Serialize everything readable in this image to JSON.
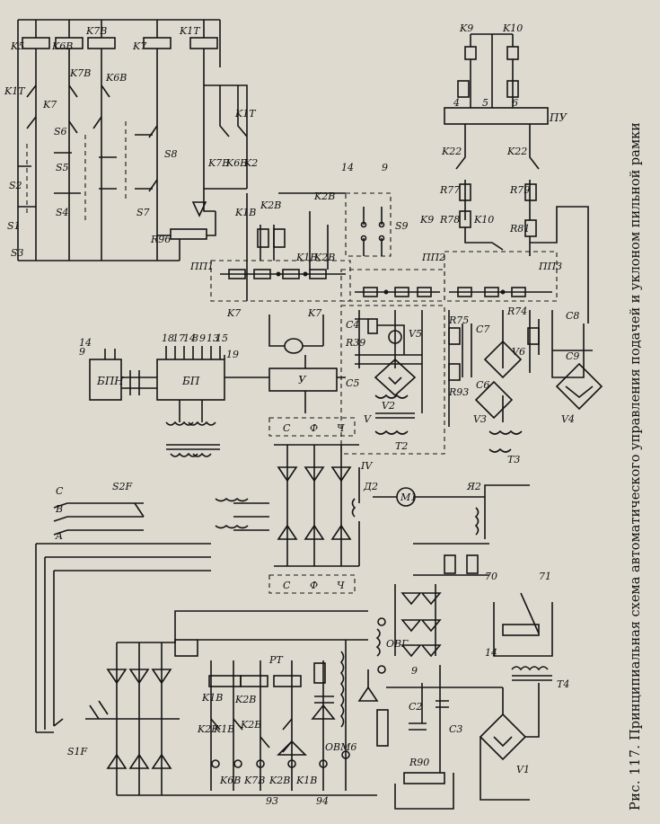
{
  "caption": {
    "figure_label": "Рис. 117.",
    "text": "Принципиальная схема автоматического управления подачей и уклоном пильной рамки"
  },
  "relays_top": [
    "K5",
    "K6B",
    "K7B",
    "K7",
    "K1T"
  ],
  "contacts_left": [
    "K1T",
    "K7",
    "K7B",
    "K6B",
    "K7B",
    "K6B",
    "K1T",
    "K2"
  ],
  "buttons": [
    "S1",
    "S2",
    "S3",
    "S4",
    "S5",
    "S6",
    "S7",
    "S8"
  ],
  "right_top": [
    "K9",
    "K10",
    "ПУ",
    "4",
    "5",
    "6",
    "K22",
    "K22",
    "R77",
    "R78",
    "R79",
    "R81",
    "K10",
    "K9"
  ],
  "block_labels": [
    "БПН",
    "БП",
    "У",
    "ПП1",
    "ПП2",
    "ПП3",
    "S9"
  ],
  "terminals": [
    "14",
    "9",
    "18",
    "17",
    "14",
    "8",
    "9",
    "13",
    "15",
    "19",
    "14",
    "9"
  ],
  "mains": [
    "A",
    "B",
    "C",
    "S2F",
    "S1F"
  ],
  "mid_components": [
    "R96",
    "K1B",
    "K2B",
    "K2B",
    "K1B",
    "K2B",
    "K7",
    "K7",
    "C4",
    "V5",
    "R39",
    "C5",
    "V2",
    "T2",
    "V",
    "R75",
    "C7",
    "R74",
    "C8",
    "V6",
    "R93",
    "C6",
    "C9",
    "V3",
    "T3",
    "V4",
    "IV",
    "Д2",
    "M1",
    "Я2",
    "C",
    "Ф",
    "Ч",
    "C",
    "Ф",
    "Ч"
  ],
  "bottom_components": [
    "PT",
    "K1B",
    "K2B",
    "K2F",
    "K1B",
    "K2B",
    "K6B",
    "K7B",
    "K2B",
    "K1B",
    "93",
    "94",
    "ОВМ6",
    "ОВГ",
    "C2",
    "C3",
    "R90",
    "V1",
    "T4",
    "70",
    "71",
    "14",
    "9"
  ]
}
